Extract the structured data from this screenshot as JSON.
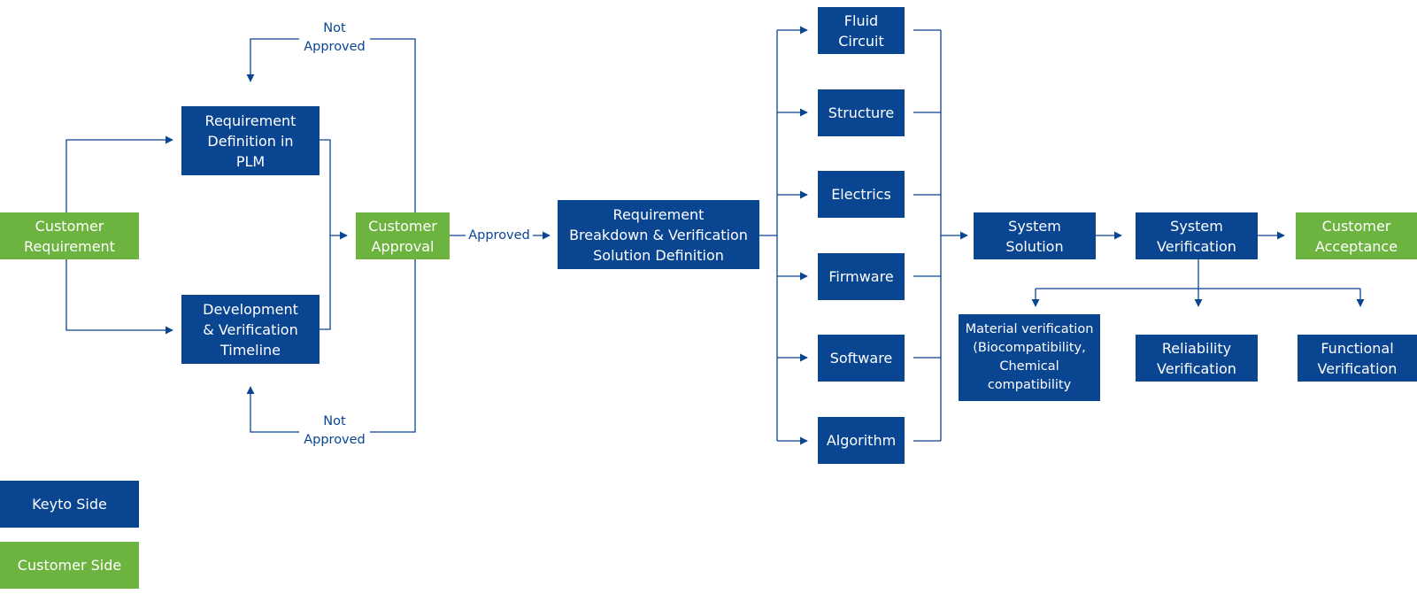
{
  "colors": {
    "keyto_side": "#0a4592",
    "customer_side": "#6db33f",
    "connector": "#0a4592",
    "label_text": "#0a4592",
    "node_text": "#ffffff"
  },
  "nodes": {
    "customer_requirement": {
      "label": "Customer\nRequirement",
      "side": "customer"
    },
    "requirement_definition_plm": {
      "label": "Requirement\nDefinition in\nPLM",
      "side": "keyto"
    },
    "dev_verification_timeline": {
      "label": "Development\n& Verification\nTimeline",
      "side": "keyto"
    },
    "customer_approval": {
      "label": "Customer\nApproval",
      "side": "customer"
    },
    "req_breakdown": {
      "label": "Requirement\nBreakdown & Verification\nSolution Definition",
      "side": "keyto"
    },
    "fluid_circuit": {
      "label": "Fluid\nCircuit",
      "side": "keyto"
    },
    "structure": {
      "label": "Structure",
      "side": "keyto"
    },
    "electrics": {
      "label": "Electrics",
      "side": "keyto"
    },
    "firmware": {
      "label": "Firmware",
      "side": "keyto"
    },
    "software": {
      "label": "Software",
      "side": "keyto"
    },
    "algorithm": {
      "label": "Algorithm",
      "side": "keyto"
    },
    "system_solution": {
      "label": "System\nSolution",
      "side": "keyto"
    },
    "system_verification": {
      "label": "System\nVerification",
      "side": "keyto"
    },
    "customer_acceptance": {
      "label": "Customer\nAcceptance",
      "side": "customer"
    },
    "material_verification": {
      "label": "Material verification\n(Biocompatibility,\nChemical\ncompatibility",
      "side": "keyto"
    },
    "reliability_verification": {
      "label": "Reliability\nVerification",
      "side": "keyto"
    },
    "functional_verification": {
      "label": "Functional\nVerification",
      "side": "keyto"
    }
  },
  "edge_labels": {
    "not_approved_top": "Not\nApproved",
    "not_approved_bottom": "Not\nApproved",
    "approved": "Approved"
  },
  "edges": [
    {
      "from": "customer_requirement",
      "to": "requirement_definition_plm"
    },
    {
      "from": "customer_requirement",
      "to": "dev_verification_timeline"
    },
    {
      "from": "requirement_definition_plm",
      "to": "customer_approval"
    },
    {
      "from": "dev_verification_timeline",
      "to": "customer_approval"
    },
    {
      "from": "customer_approval",
      "to": "requirement_definition_plm",
      "label": "Not Approved"
    },
    {
      "from": "customer_approval",
      "to": "dev_verification_timeline",
      "label": "Not Approved"
    },
    {
      "from": "customer_approval",
      "to": "req_breakdown",
      "label": "Approved"
    },
    {
      "from": "req_breakdown",
      "to": "fluid_circuit"
    },
    {
      "from": "req_breakdown",
      "to": "structure"
    },
    {
      "from": "req_breakdown",
      "to": "electrics"
    },
    {
      "from": "req_breakdown",
      "to": "firmware"
    },
    {
      "from": "req_breakdown",
      "to": "software"
    },
    {
      "from": "req_breakdown",
      "to": "algorithm"
    },
    {
      "from": "subsystems",
      "to": "system_solution"
    },
    {
      "from": "system_solution",
      "to": "system_verification"
    },
    {
      "from": "system_verification",
      "to": "customer_acceptance"
    },
    {
      "from": "system_verification",
      "to": "material_verification"
    },
    {
      "from": "system_verification",
      "to": "reliability_verification"
    },
    {
      "from": "system_verification",
      "to": "functional_verification"
    }
  ],
  "legend": {
    "keyto_side": "Keyto Side",
    "customer_side": "Customer Side"
  }
}
